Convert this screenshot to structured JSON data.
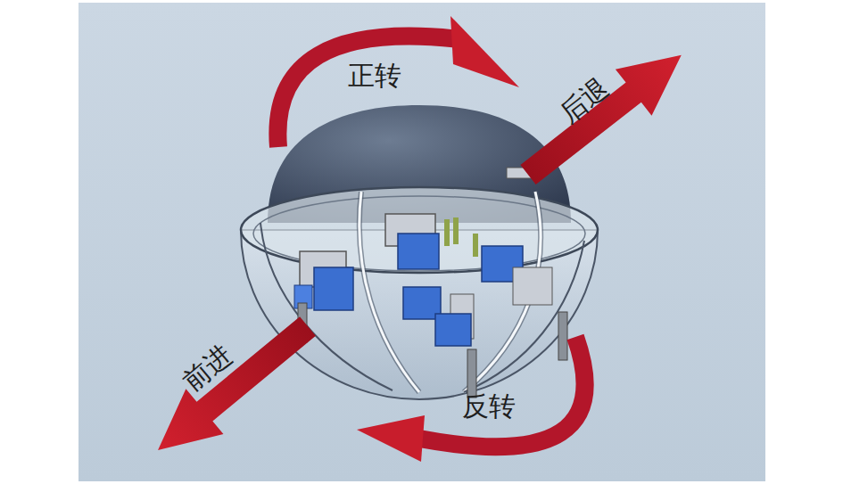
{
  "diagram": {
    "labels": [
      "正转",
      "后退",
      "前进",
      "反转"
    ]
  }
}
